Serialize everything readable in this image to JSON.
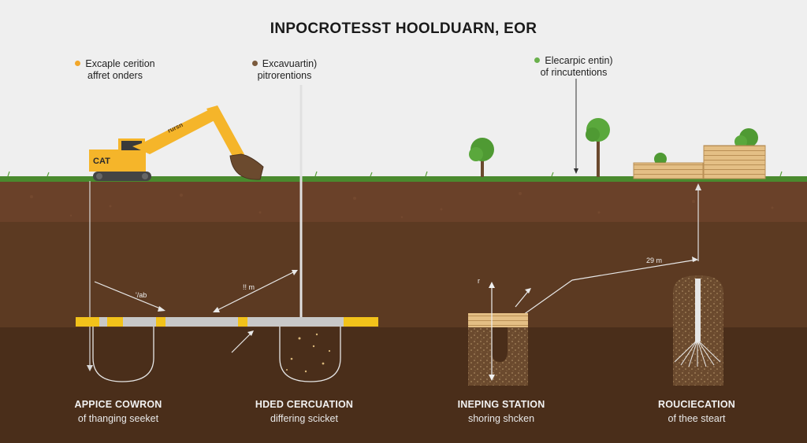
{
  "title": "INPOCROTESST HOOLDUARN, EOR",
  "callouts": [
    {
      "id": "c1",
      "line1": "Excaple cerition",
      "line2": "affret onders",
      "dot_color": "#f2a72a"
    },
    {
      "id": "c2",
      "line1": "Excavuartin)",
      "line2": "pitrorentions",
      "dot_color": "#7a5a3c"
    },
    {
      "id": "c3",
      "line1": "Elecarpic entin)",
      "line2": "of rincutentions",
      "dot_color": "#6ab04c"
    }
  ],
  "measurements": [
    "'/ab",
    "!! m",
    "29 m",
    "r"
  ],
  "excavator": {
    "brand": "CAT",
    "arm_text": "rursn"
  },
  "captions": [
    {
      "title": "APPICE COWRON",
      "subtitle": "of thanging seeket"
    },
    {
      "title": "HDED CERCUATION",
      "subtitle": "differing scicket"
    },
    {
      "title": "INEPING STATION",
      "subtitle": "shoring shcken"
    },
    {
      "title": "ROUCIECATION",
      "subtitle": "of thee steart"
    }
  ],
  "colors": {
    "sky": "#efefef",
    "grass": "#4a8a2e",
    "topsoil": "#6a4129",
    "soil": "#5c3a22",
    "deep_soil": "#4a2e1a",
    "pipe": "#c8c8c8",
    "tape": "#f2c21a",
    "excavator": "#f5b52a"
  }
}
